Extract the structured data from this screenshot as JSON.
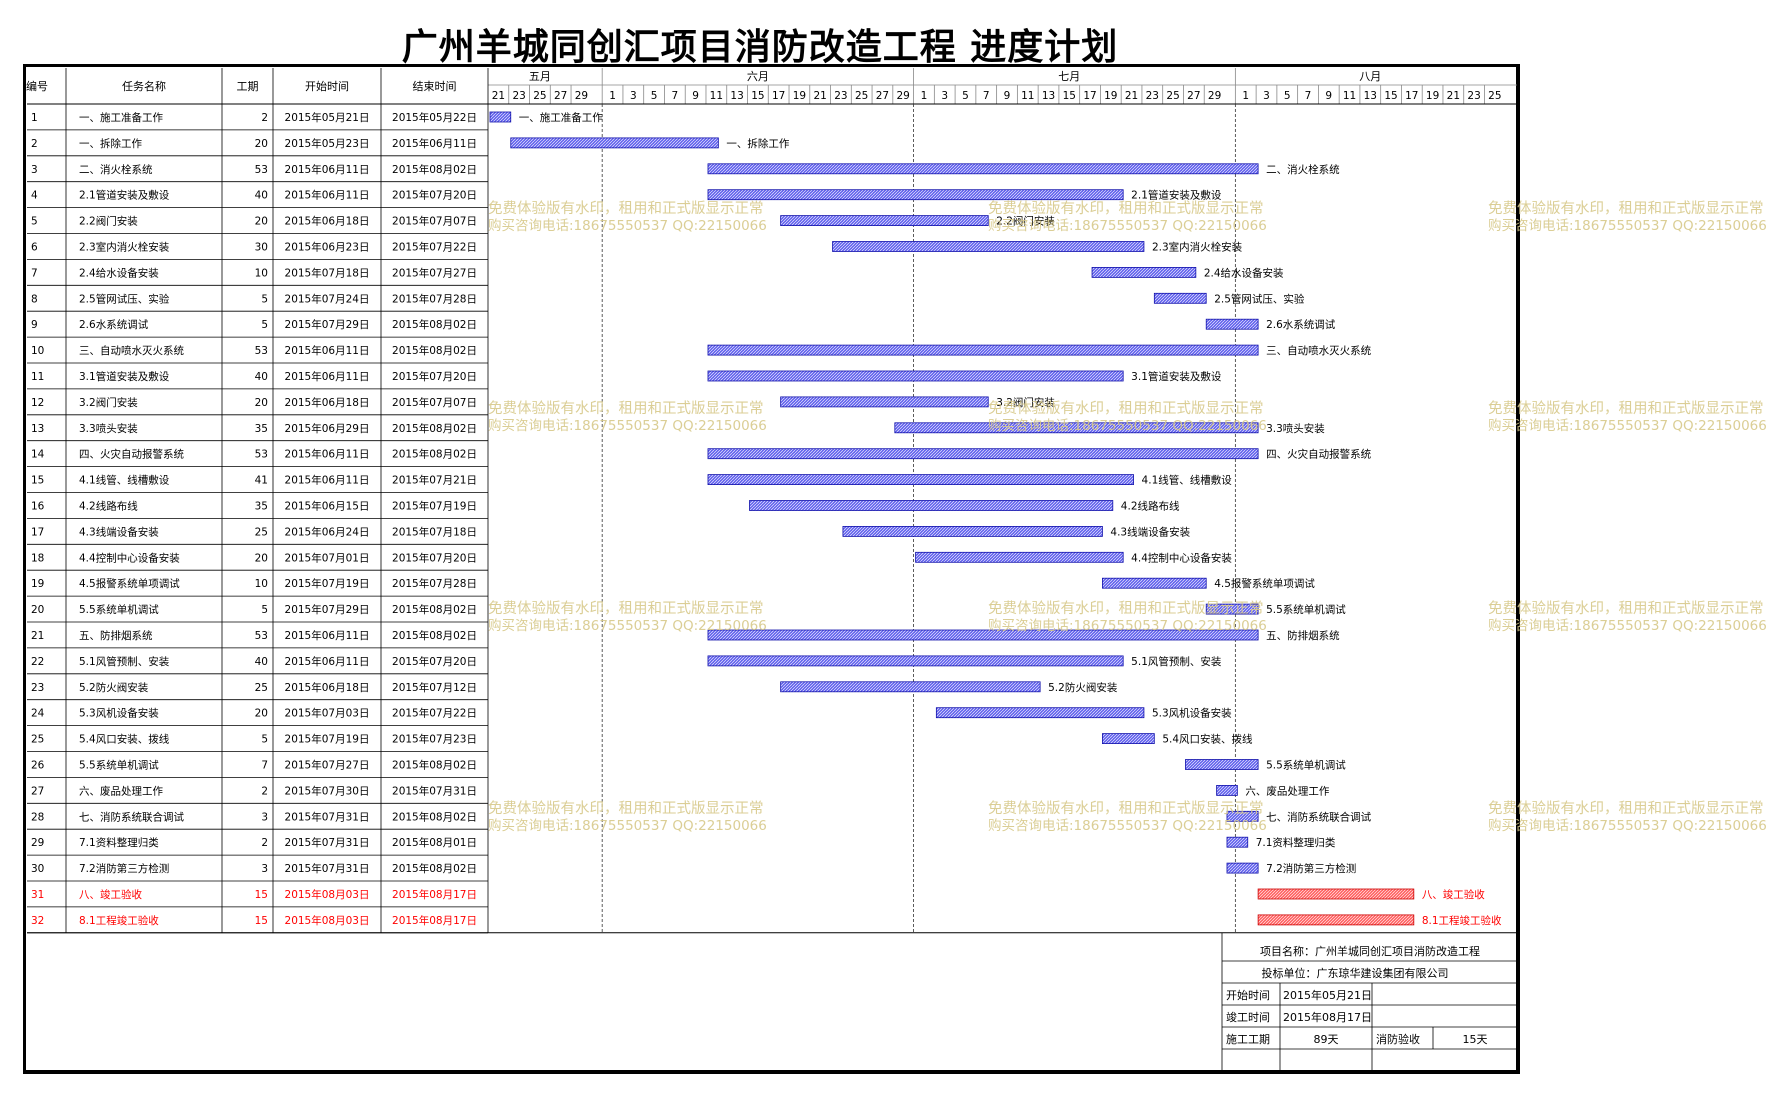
{
  "title": "广州羊城同创汇项目消防改造工程  进度计划",
  "columns": {
    "id": "编号",
    "name": "任务名称",
    "duration": "工期",
    "start": "开始时间",
    "end": "结束时间"
  },
  "timeline": {
    "months": [
      {
        "label": "五月",
        "days": [
          "21",
          "23",
          "25",
          "27",
          "29"
        ]
      },
      {
        "label": "六月",
        "days": [
          "1",
          "3",
          "5",
          "7",
          "9",
          "11",
          "13",
          "15",
          "17",
          "19",
          "21",
          "23",
          "25",
          "27",
          "29"
        ]
      },
      {
        "label": "七月",
        "days": [
          "1",
          "3",
          "5",
          "7",
          "9",
          "11",
          "13",
          "15",
          "17",
          "19",
          "21",
          "23",
          "25",
          "27",
          "29"
        ]
      },
      {
        "label": "八月",
        "days": [
          "1",
          "3",
          "5",
          "7",
          "9",
          "11",
          "13",
          "15",
          "17",
          "19",
          "21",
          "23",
          "25"
        ]
      }
    ]
  },
  "watermark": {
    "line1": "免费体验版有水印，租用和正式版显示正常",
    "line2": "购买咨询电话:18675550537 QQ:22150066"
  },
  "info": {
    "project_name": "项目名称：广州羊城同创汇项目消防改造工程",
    "bidder": "投标单位：广东琼华建设集团有限公司",
    "start_label": "开始时间",
    "start_value": "2015年05月21日",
    "end_label": "竣工时间",
    "end_value": "2015年08月17日",
    "duration_label": "施工工期",
    "duration_value": "89天",
    "acceptance_label": "消防验收",
    "acceptance_value": "15天"
  },
  "colors": {
    "normal_bar": "#6666ee",
    "critical_bar": "#ff6666",
    "critical_text": "#ff0000"
  },
  "chart_data": {
    "type": "gantt",
    "title": "广州羊城同创汇项目消防改造工程  进度计划",
    "x_range": [
      "2015-05-21",
      "2015-08-26"
    ],
    "tasks": [
      {
        "id": "1",
        "name": "一、施工准备工作",
        "duration": "2",
        "start": "2015年05月21日",
        "end": "2015年05月22日",
        "s": "2015-05-21",
        "e": "2015-05-22",
        "critical": false
      },
      {
        "id": "2",
        "name": "一、拆除工作",
        "duration": "20",
        "start": "2015年05月23日",
        "end": "2015年06月11日",
        "s": "2015-05-23",
        "e": "2015-06-11",
        "critical": false
      },
      {
        "id": "3",
        "name": "二、消火栓系统",
        "duration": "53",
        "start": "2015年06月11日",
        "end": "2015年08月02日",
        "s": "2015-06-11",
        "e": "2015-08-02",
        "critical": false
      },
      {
        "id": "4",
        "name": "2.1管道安装及敷设",
        "duration": "40",
        "start": "2015年06月11日",
        "end": "2015年07月20日",
        "s": "2015-06-11",
        "e": "2015-07-20",
        "critical": false
      },
      {
        "id": "5",
        "name": "2.2阀门安装",
        "duration": "20",
        "start": "2015年06月18日",
        "end": "2015年07月07日",
        "s": "2015-06-18",
        "e": "2015-07-07",
        "critical": false
      },
      {
        "id": "6",
        "name": "2.3室内消火栓安装",
        "duration": "30",
        "start": "2015年06月23日",
        "end": "2015年07月22日",
        "s": "2015-06-23",
        "e": "2015-07-22",
        "critical": false
      },
      {
        "id": "7",
        "name": "2.4给水设备安装",
        "duration": "10",
        "start": "2015年07月18日",
        "end": "2015年07月27日",
        "s": "2015-07-18",
        "e": "2015-07-27",
        "critical": false
      },
      {
        "id": "8",
        "name": "2.5管网试压、实验",
        "duration": "5",
        "start": "2015年07月24日",
        "end": "2015年07月28日",
        "s": "2015-07-24",
        "e": "2015-07-28",
        "critical": false
      },
      {
        "id": "9",
        "name": "2.6水系统调试",
        "duration": "5",
        "start": "2015年07月29日",
        "end": "2015年08月02日",
        "s": "2015-07-29",
        "e": "2015-08-02",
        "critical": false
      },
      {
        "id": "10",
        "name": "三、自动喷水灭火系统",
        "duration": "53",
        "start": "2015年06月11日",
        "end": "2015年08月02日",
        "s": "2015-06-11",
        "e": "2015-08-02",
        "critical": false
      },
      {
        "id": "11",
        "name": "3.1管道安装及敷设",
        "duration": "40",
        "start": "2015年06月11日",
        "end": "2015年07月20日",
        "s": "2015-06-11",
        "e": "2015-07-20",
        "critical": false
      },
      {
        "id": "12",
        "name": "3.2阀门安装",
        "duration": "20",
        "start": "2015年06月18日",
        "end": "2015年07月07日",
        "s": "2015-06-18",
        "e": "2015-07-07",
        "critical": false
      },
      {
        "id": "13",
        "name": "3.3喷头安装",
        "duration": "35",
        "start": "2015年06月29日",
        "end": "2015年08月02日",
        "s": "2015-06-29",
        "e": "2015-08-02",
        "critical": false
      },
      {
        "id": "14",
        "name": "四、火灾自动报警系统",
        "duration": "53",
        "start": "2015年06月11日",
        "end": "2015年08月02日",
        "s": "2015-06-11",
        "e": "2015-08-02",
        "critical": false
      },
      {
        "id": "15",
        "name": "4.1线管、线槽敷设",
        "duration": "41",
        "start": "2015年06月11日",
        "end": "2015年07月21日",
        "s": "2015-06-11",
        "e": "2015-07-21",
        "critical": false
      },
      {
        "id": "16",
        "name": "4.2线路布线",
        "duration": "35",
        "start": "2015年06月15日",
        "end": "2015年07月19日",
        "s": "2015-06-15",
        "e": "2015-07-19",
        "critical": false
      },
      {
        "id": "17",
        "name": "4.3线端设备安装",
        "duration": "25",
        "start": "2015年06月24日",
        "end": "2015年07月18日",
        "s": "2015-06-24",
        "e": "2015-07-18",
        "critical": false
      },
      {
        "id": "18",
        "name": "4.4控制中心设备安装",
        "duration": "20",
        "start": "2015年07月01日",
        "end": "2015年07月20日",
        "s": "2015-07-01",
        "e": "2015-07-20",
        "critical": false
      },
      {
        "id": "19",
        "name": "4.5报警系统单项调试",
        "duration": "10",
        "start": "2015年07月19日",
        "end": "2015年07月28日",
        "s": "2015-07-19",
        "e": "2015-07-28",
        "critical": false
      },
      {
        "id": "20",
        "name": "5.5系统单机调试",
        "duration": "5",
        "start": "2015年07月29日",
        "end": "2015年08月02日",
        "s": "2015-07-29",
        "e": "2015-08-02",
        "critical": false
      },
      {
        "id": "21",
        "name": "五、防排烟系统",
        "duration": "53",
        "start": "2015年06月11日",
        "end": "2015年08月02日",
        "s": "2015-06-11",
        "e": "2015-08-02",
        "critical": false
      },
      {
        "id": "22",
        "name": "5.1风管预制、安装",
        "duration": "40",
        "start": "2015年06月11日",
        "end": "2015年07月20日",
        "s": "2015-06-11",
        "e": "2015-07-20",
        "critical": false
      },
      {
        "id": "23",
        "name": "5.2防火阀安装",
        "duration": "25",
        "start": "2015年06月18日",
        "end": "2015年07月12日",
        "s": "2015-06-18",
        "e": "2015-07-12",
        "critical": false
      },
      {
        "id": "24",
        "name": "5.3风机设备安装",
        "duration": "20",
        "start": "2015年07月03日",
        "end": "2015年07月22日",
        "s": "2015-07-03",
        "e": "2015-07-22",
        "critical": false
      },
      {
        "id": "25",
        "name": "5.4风口安装、拨线",
        "duration": "5",
        "start": "2015年07月19日",
        "end": "2015年07月23日",
        "s": "2015-07-19",
        "e": "2015-07-23",
        "critical": false
      },
      {
        "id": "26",
        "name": "5.5系统单机调试",
        "duration": "7",
        "start": "2015年07月27日",
        "end": "2015年08月02日",
        "s": "2015-07-27",
        "e": "2015-08-02",
        "critical": false
      },
      {
        "id": "27",
        "name": "六、废品处理工作",
        "duration": "2",
        "start": "2015年07月30日",
        "end": "2015年07月31日",
        "s": "2015-07-30",
        "e": "2015-07-31",
        "critical": false
      },
      {
        "id": "28",
        "name": "七、消防系统联合调试",
        "duration": "3",
        "start": "2015年07月31日",
        "end": "2015年08月02日",
        "s": "2015-07-31",
        "e": "2015-08-02",
        "critical": false
      },
      {
        "id": "29",
        "name": "7.1资料整理归类",
        "duration": "2",
        "start": "2015年07月31日",
        "end": "2015年08月01日",
        "s": "2015-07-31",
        "e": "2015-08-01",
        "critical": false
      },
      {
        "id": "30",
        "name": "7.2消防第三方检测",
        "duration": "3",
        "start": "2015年07月31日",
        "end": "2015年08月02日",
        "s": "2015-07-31",
        "e": "2015-08-02",
        "critical": false
      },
      {
        "id": "31",
        "name": "八、竣工验收",
        "duration": "15",
        "start": "2015年08月03日",
        "end": "2015年08月17日",
        "s": "2015-08-03",
        "e": "2015-08-17",
        "critical": true
      },
      {
        "id": "32",
        "name": "8.1工程竣工验收",
        "duration": "15",
        "start": "2015年08月03日",
        "end": "2015年08月17日",
        "s": "2015-08-03",
        "e": "2015-08-17",
        "critical": true
      }
    ]
  }
}
